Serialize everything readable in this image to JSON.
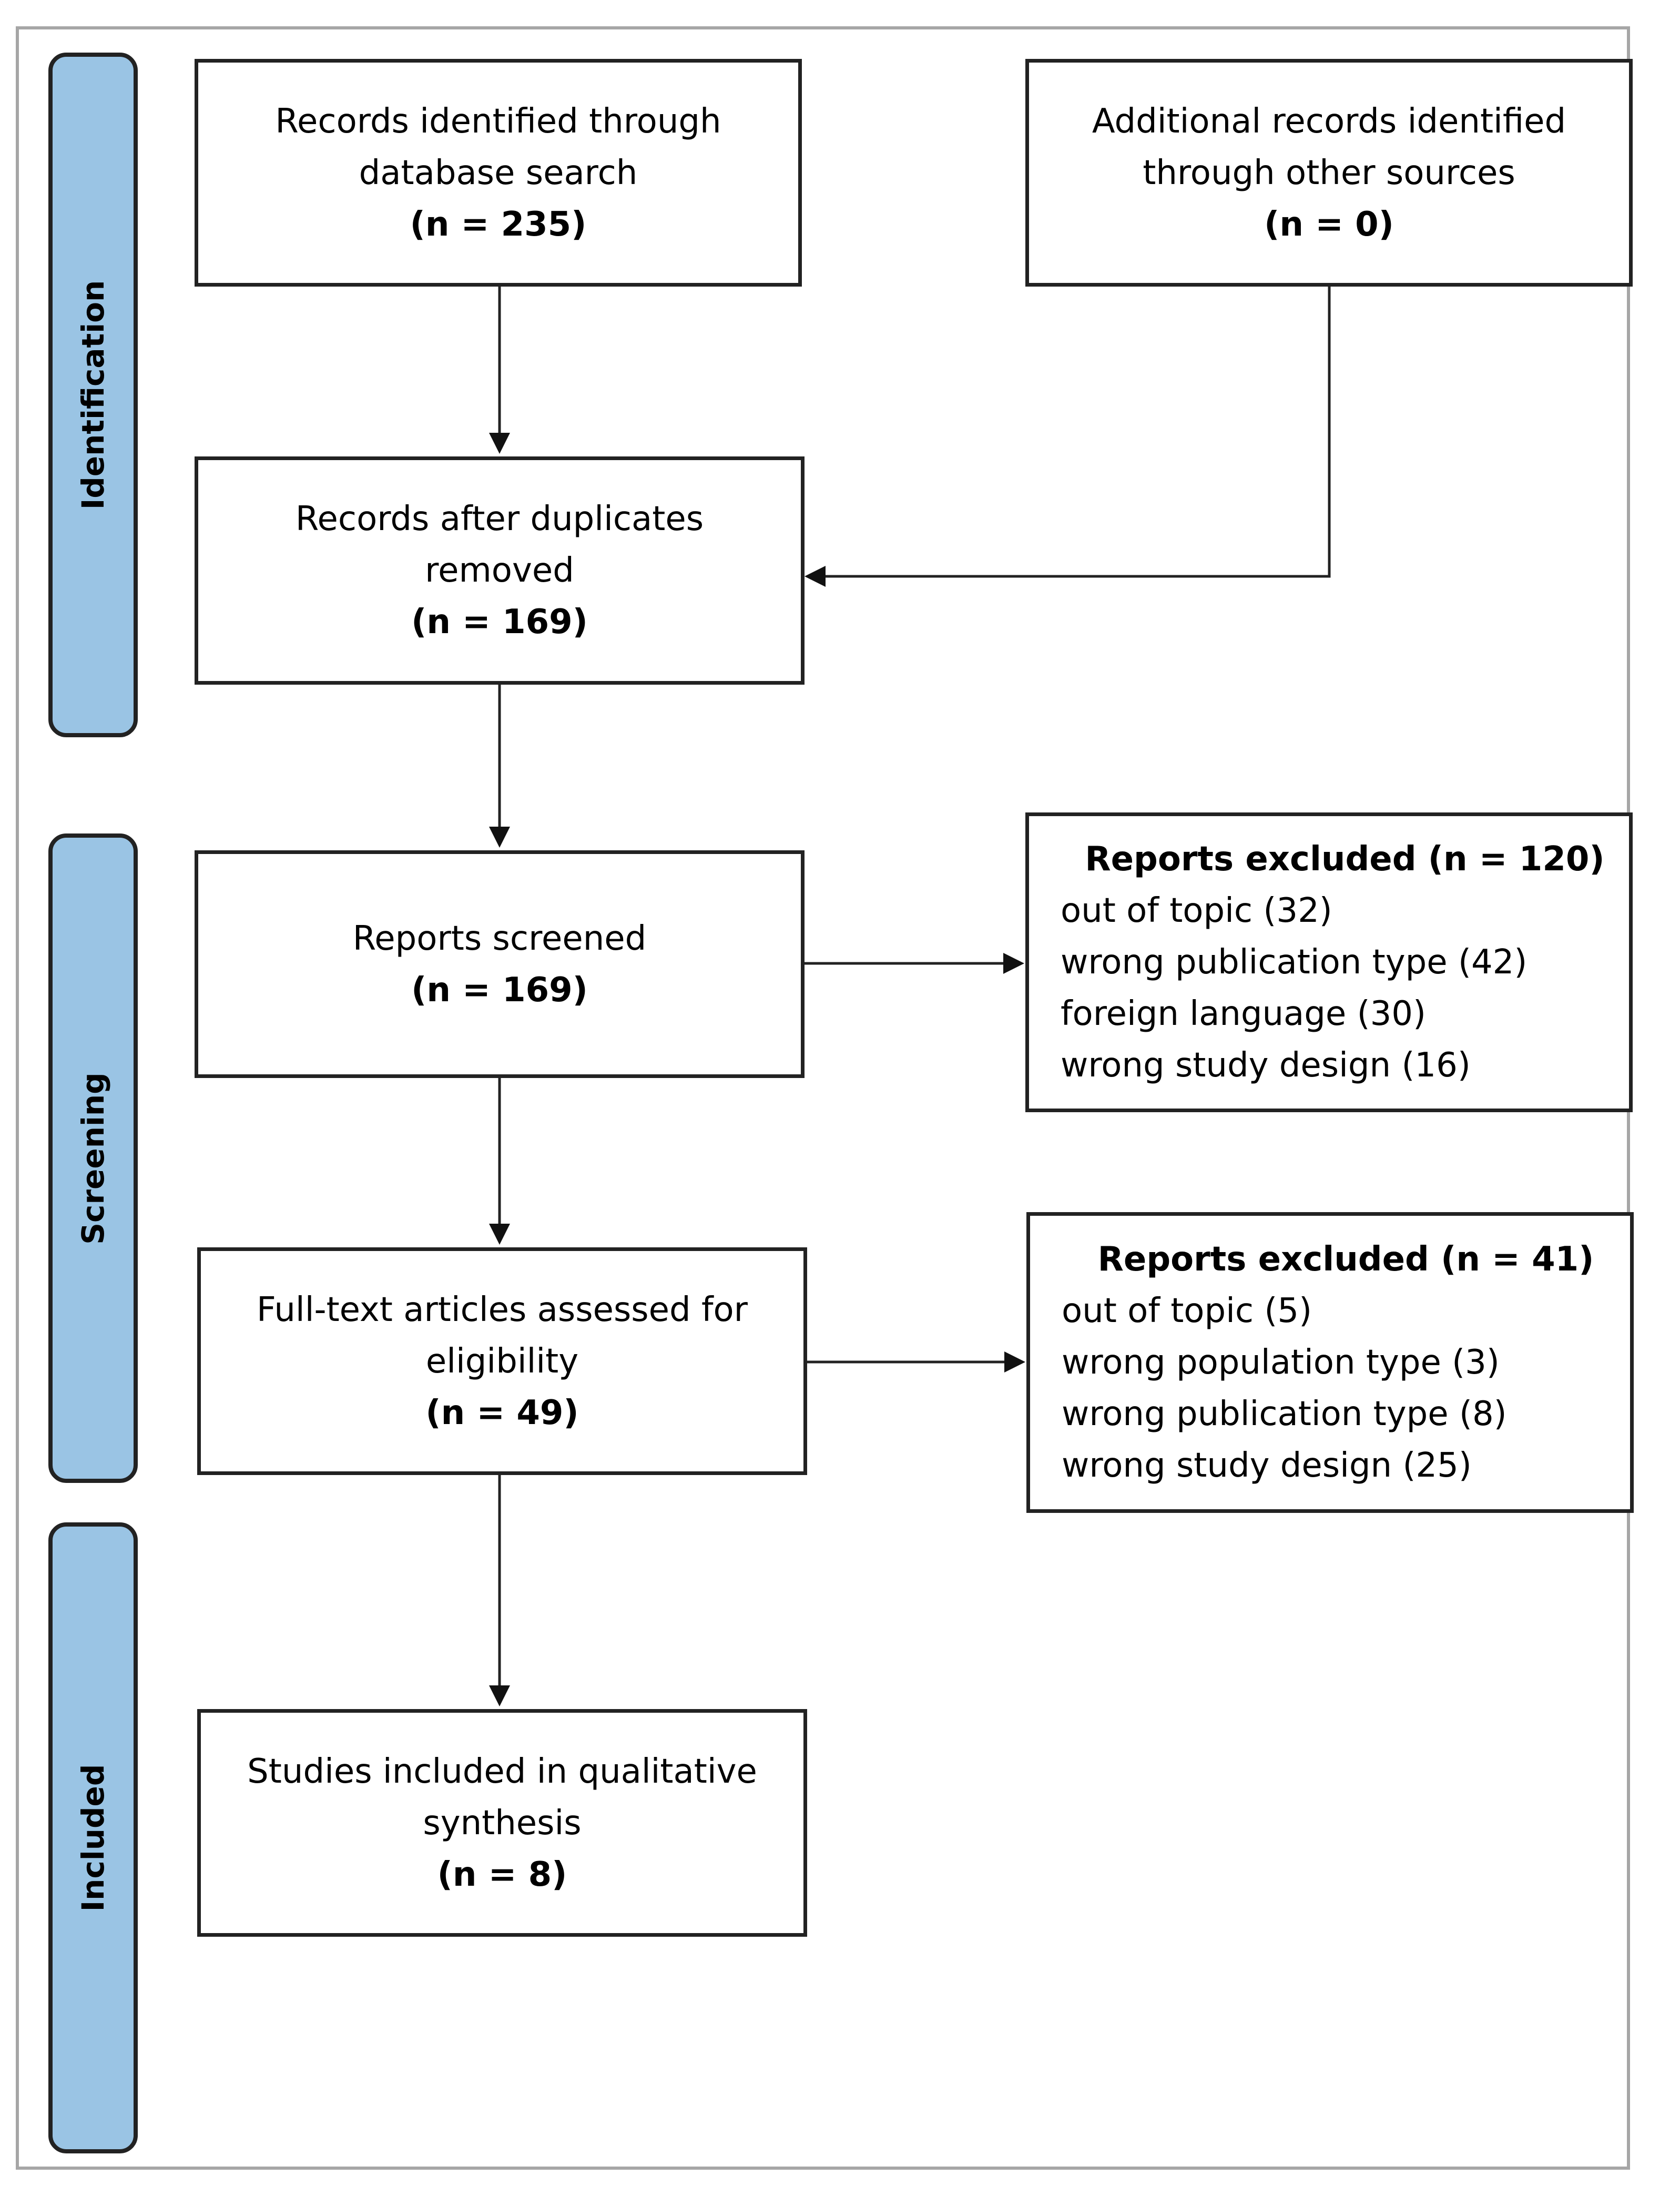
{
  "phases": {
    "identification": "Identification",
    "screening": "Screening",
    "included": "Included"
  },
  "boxes": {
    "database": {
      "line1": "Records identified through",
      "line2": "database search",
      "n": "(n = 235)"
    },
    "other": {
      "line1": "Additional records identified",
      "line2": "through other sources",
      "n": "(n = 0)"
    },
    "duplicates": {
      "line1": "Records after duplicates",
      "line2": "removed",
      "n": "(n = 169)"
    },
    "screened": {
      "line1": "Reports screened",
      "n": "(n = 169)"
    },
    "fulltext": {
      "line1": "Full-text articles assessed for",
      "line2": "eligibility",
      "n": "(n = 49)"
    },
    "included": {
      "line1": "Studies included in qualitative",
      "line2": "synthesis",
      "n": "(n = 8)"
    }
  },
  "exclusions": {
    "screening": {
      "title": "Reports excluded (n = 120)",
      "items": [
        "out of topic (32)",
        "wrong publication type (42)",
        "foreign language (30)",
        "wrong study design (16)"
      ]
    },
    "eligibility": {
      "title": "Reports excluded (n = 41)",
      "items": [
        "out of topic (5)",
        "wrong population type (3)",
        "wrong publication type (8)",
        "wrong study design (25)"
      ]
    }
  },
  "colors": {
    "phase_fill": "#9ac4e4",
    "stroke": "#222222",
    "frame": "#a6a6a6"
  }
}
